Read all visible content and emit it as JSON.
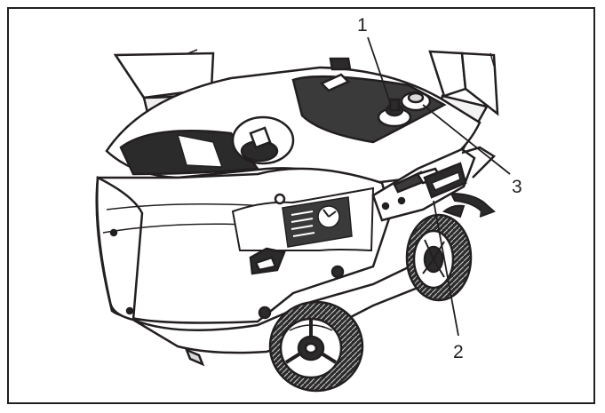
{
  "figure": {
    "callouts": [
      {
        "id": "1",
        "label": "1"
      },
      {
        "id": "2",
        "label": "2"
      },
      {
        "id": "3",
        "label": "3"
      }
    ],
    "colors": {
      "ink": "#231f20",
      "dark_fill": "#3a3a3a",
      "mid_fill": "#8a8a8a",
      "light_fill": "#d9d9d9",
      "paper": "#ffffff"
    }
  }
}
